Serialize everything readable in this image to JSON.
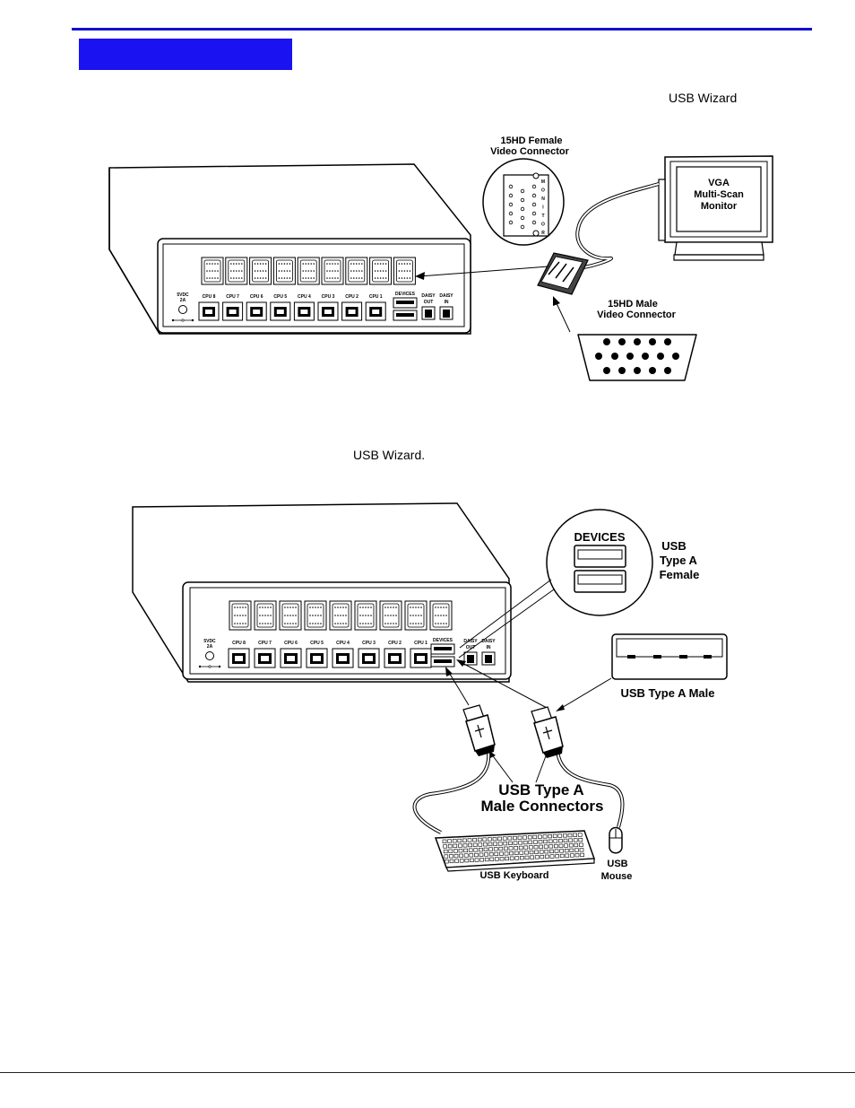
{
  "header": {
    "accent_color": "#1a12f0",
    "rule_color": "#1010d0"
  },
  "top_note": "USB Wizard",
  "mid_note": "USB Wizard.",
  "figure1": {
    "female_label_1": "15HD Female",
    "female_label_2": "Video Connector",
    "monitor_letters": [
      "M",
      "O",
      "N",
      "I",
      "T",
      "O",
      "R"
    ],
    "monitor_label_1": "VGA",
    "monitor_label_2": "Multi-Scan",
    "monitor_label_3": "Monitor",
    "male_label_1": "15HD Male",
    "male_label_2": "Video Connector"
  },
  "kvm_unit": {
    "power_label_1": "5VDC",
    "power_label_2": "2A",
    "cpu_labels": [
      "CPU 8",
      "CPU 7",
      "CPU 6",
      "CPU 5",
      "CPU 4",
      "CPU 3",
      "CPU 2",
      "CPU 1"
    ],
    "devices_label": "DEVICES",
    "daisy_out_1": "DAISY",
    "daisy_out_2": "OUT",
    "daisy_in_1": "DAISY",
    "daisy_in_2": "IN"
  },
  "figure2": {
    "devices_callout": "DEVICES",
    "female_label_1": "USB",
    "female_label_2": "Type A",
    "female_label_3": "Female",
    "male_label": "USB Type A Male",
    "connectors_label_1": "USB Type A",
    "connectors_label_2": "Male Connectors",
    "keyboard_label": "USB  Keyboard",
    "mouse_label_1": "USB",
    "mouse_label_2": "Mouse"
  }
}
